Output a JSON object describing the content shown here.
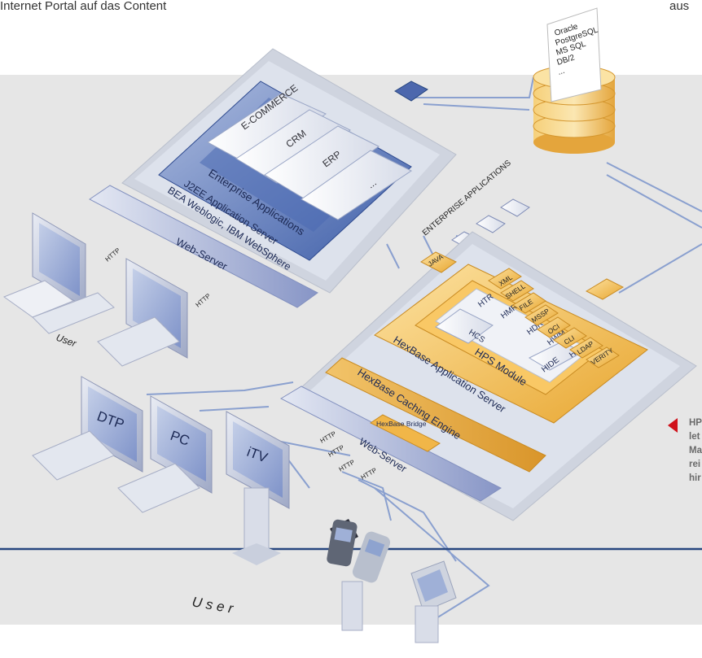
{
  "header": {
    "left_text": "Internet Portal auf das Content",
    "right_text": "aus"
  },
  "side_note": {
    "lines": [
      "HP",
      "let",
      "Ma",
      "rei",
      "hir"
    ]
  },
  "database": {
    "labels": [
      "Oracle",
      "PostgreSQL",
      "MS SQL",
      "DB/2",
      "..."
    ]
  },
  "enterprise": {
    "apps": [
      "E-COMMERCE",
      "CRM",
      "ERP",
      "..."
    ],
    "title": "Enterprise Applications",
    "server_line1": "J2EE Application Server",
    "server_line2": "BEA Weblogic, IBM WebSphere",
    "side_label": "ENTERPRISE APPLICATIONS"
  },
  "web_server_top": {
    "label": "Web-Server"
  },
  "java_label": "JAVA",
  "hexbase": {
    "connectors": [
      "XML",
      "SHELL",
      "FILE",
      "MSSP",
      "OCI",
      "CLI",
      "LDAP",
      "VERITY"
    ],
    "modules": [
      "HTR",
      "HMR",
      "HCS",
      "HDR",
      "HWM",
      "HORA",
      "HIDE"
    ],
    "hps_title": "HPS Module",
    "app_server": "HexBase Application Server",
    "caching": "HexBase Caching Engine",
    "bridge": "HexBase Bridge",
    "web_server": "Web-Server"
  },
  "http_label": "HTTP",
  "devices": {
    "dtp": "DTP",
    "pc": "PC",
    "itv": "iTV",
    "user_small": "User",
    "user_big": "User"
  }
}
